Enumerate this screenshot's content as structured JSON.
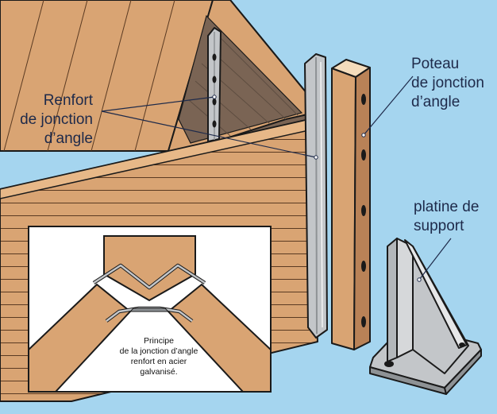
{
  "labels": {
    "renfort": [
      "Renfort",
      "de jonction",
      "d’angle"
    ],
    "poteau": [
      "Poteau",
      "de jonction",
      "d’angle"
    ],
    "platine": [
      "platine de",
      "support"
    ],
    "inset": [
      "Principe",
      "de la jonction d’angle",
      "renfort en acier",
      "galvanisé."
    ]
  },
  "colors": {
    "background": "#a5d5ef",
    "wood": "#d9a473",
    "wood_dark": "#b98257",
    "wood_interior": "#7a6454",
    "steel": "#c3c6c9",
    "steel_dark": "#8e9295",
    "inset_bg": "#ffffff",
    "text": "#1e2a4a"
  }
}
